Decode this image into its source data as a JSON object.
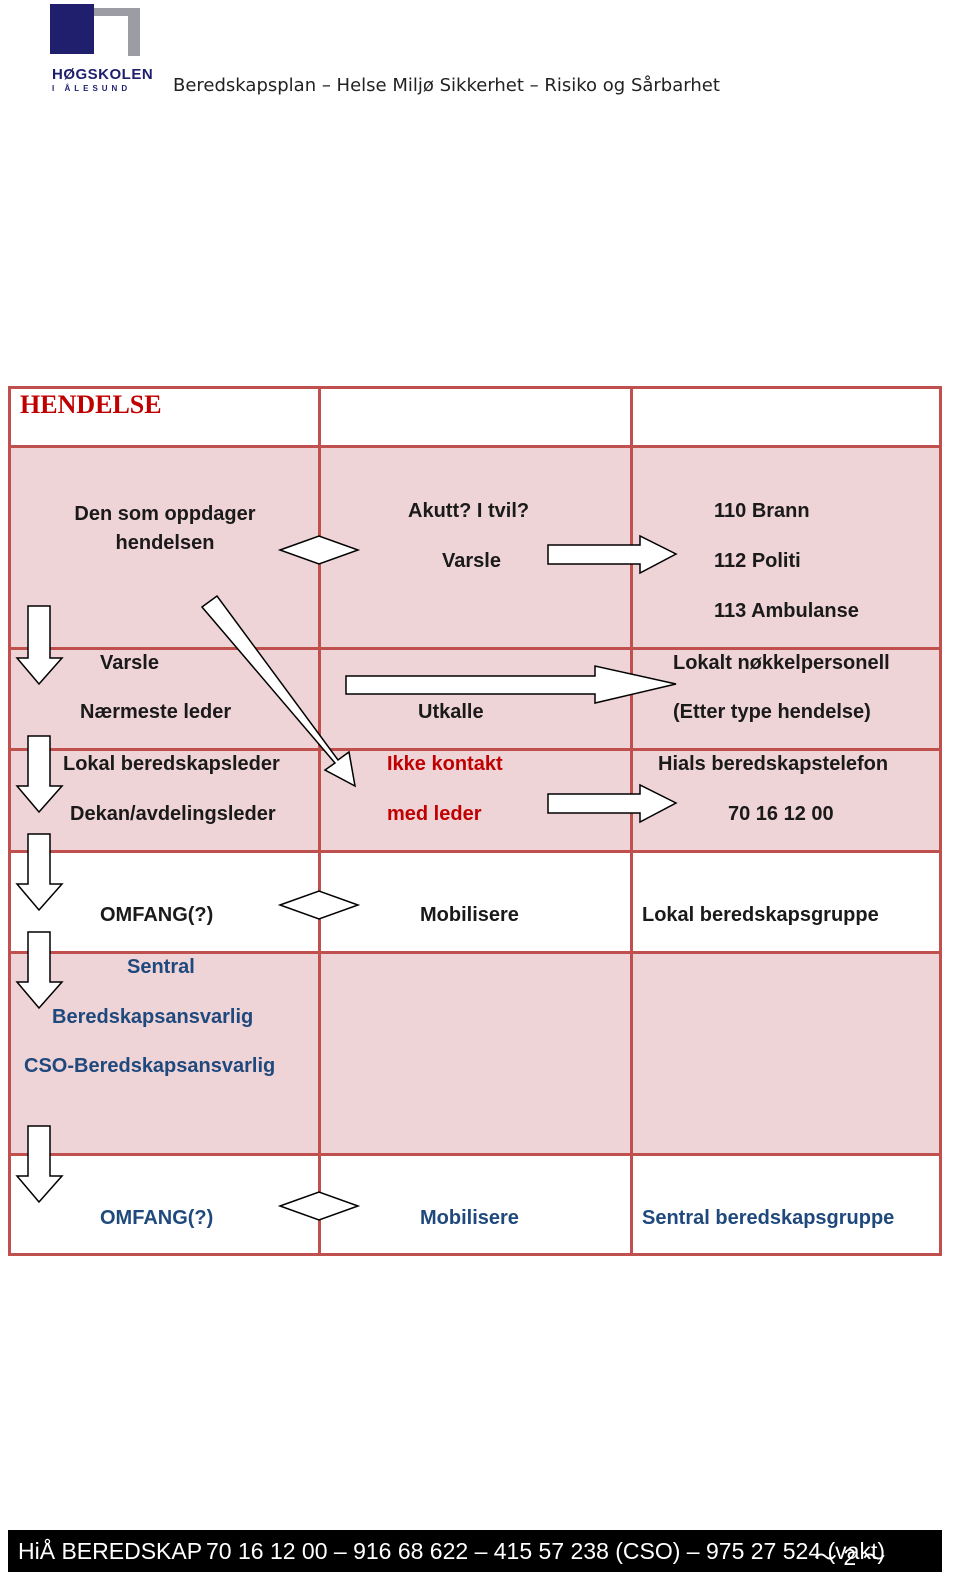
{
  "header": {
    "logo_line1": "HØGSKOLEN",
    "logo_line2": "I ÅLESUND",
    "title": "Beredskapsplan – Helse Miljø Sikkerhet – Risiko og Sårbarhet"
  },
  "heading": "HENDELSE",
  "row1": {
    "discoverer": "Den som oppdager hendelsen",
    "acute": "Akutt? I tvil?",
    "notify": "Varsle",
    "emergency": [
      "110 Brann",
      "112 Politi",
      "113 Ambulanse"
    ]
  },
  "row2": {
    "notify": "Varsle",
    "nearest": "Nærmeste leder",
    "callout": "Utkalle",
    "local_key": "Lokalt nøkkelpersonell",
    "by_type": "(Etter type hendelse)"
  },
  "row3": {
    "local_leader": "Lokal beredskapsleder",
    "dean": "Dekan/avdelingsleder",
    "no_contact": "Ikke kontakt",
    "with_leader": "med leder",
    "hials_phone_label": "Hials beredskapstelefon",
    "hials_phone": "70 16 12 00"
  },
  "row4": {
    "scope": "OMFANG(?)",
    "mobilize": "Mobilisere",
    "local_group": "Lokal beredskapsgruppe"
  },
  "row5": {
    "central": "Sentral",
    "responsible": "Beredskapsansvarlig",
    "cso": "CSO-Beredskapsansvarlig"
  },
  "row6": {
    "scope": "OMFANG(?)",
    "mobilize": "Mobilisere",
    "central_group": "Sentral beredskapsgruppe"
  },
  "footer": {
    "left": "HiÅ  BEREDSKAP",
    "phones": "70 16 12 00 – 916 68 622 – 415 57 238 (CSO) – 975 27 524 (vakt)",
    "page": "～ 2 ～"
  },
  "colors": {
    "border": "#c0504d",
    "pink_fill": "#eed3d7",
    "heading_red": "#c00000",
    "text_blue": "#1f497d",
    "logo_navy": "#1f1f6e"
  }
}
